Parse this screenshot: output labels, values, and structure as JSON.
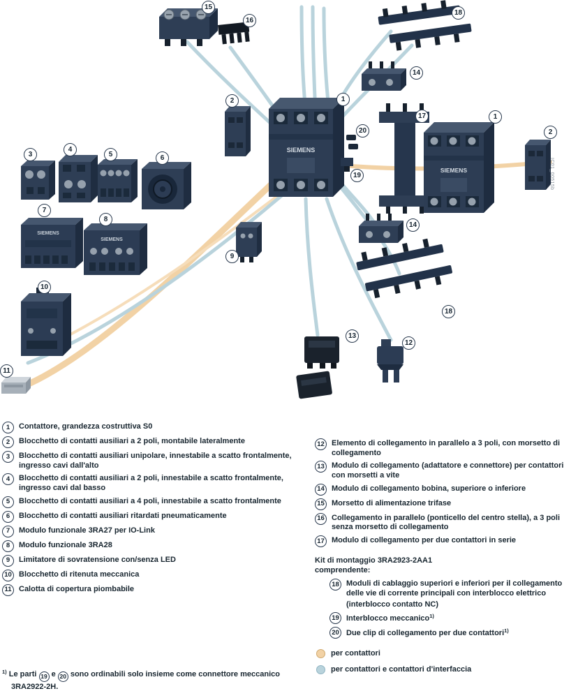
{
  "brand": "SIEMENS",
  "figure_id": "IC01_00515b",
  "colors": {
    "part_dark": "#2e3e55",
    "tan_line": "#f2d2a5",
    "blue_line": "#b9d3dc"
  },
  "nums": {
    "n1": "1",
    "n2": "2",
    "n3": "3",
    "n4": "4",
    "n5": "5",
    "n6": "6",
    "n7": "7",
    "n8": "8",
    "n9": "9",
    "n10": "10",
    "n11": "11",
    "n12": "12",
    "n13": "13",
    "n14": "14",
    "n15": "15",
    "n16": "16",
    "n17": "17",
    "n18": "18",
    "n19": "19",
    "n20": "20"
  },
  "legend_left": [
    {
      "n": "1",
      "text": "Contattore, grandezza costruttiva S0"
    },
    {
      "n": "2",
      "text": "Blocchetto di contatti ausiliari a 2 poli, montabile lateralmente"
    },
    {
      "n": "3",
      "text": "Blocchetto di contatti ausiliari unipolare, innestabile a scatto frontalmente, ingresso cavi dall'alto"
    },
    {
      "n": "4",
      "text": "Blocchetto di contatti ausiliari a 2 poli, innestabile a scatto frontalmente, ingresso cavi dal basso"
    },
    {
      "n": "5",
      "text": "Blocchetto di contatti ausiliari a 4 poli, innestabile a scatto frontalmente"
    },
    {
      "n": "6",
      "text": "Blocchetto di contatti ausiliari ritardati pneumaticamente"
    },
    {
      "n": "7",
      "text": "Modulo funzionale 3RA27 per IO-Link"
    },
    {
      "n": "8",
      "text": "Modulo funzionale 3RA28"
    },
    {
      "n": "9",
      "text": "Limitatore di sovratensione con/senza LED"
    },
    {
      "n": "10",
      "text": "Blocchetto di ritenuta meccanica"
    },
    {
      "n": "11",
      "text": "Calotta di copertura piombabile"
    }
  ],
  "legend_right": [
    {
      "n": "12",
      "text": "Elemento di collegamento in parallelo a 3 poli, con morsetto di collegamento"
    },
    {
      "n": "13",
      "text": "Modulo di collegamento (adattatore e connettore) per contattori con morsetti a vite"
    },
    {
      "n": "14",
      "text": "Modulo di collegamento bobina, superiore o inferiore"
    },
    {
      "n": "15",
      "text": "Morsetto di alimentazione trifase"
    },
    {
      "n": "16",
      "text": "Collegamento in parallelo (ponticello del centro stella), a 3 poli senza morsetto di collegamento"
    },
    {
      "n": "17",
      "text": "Modulo di collegamento per due contattori in serie"
    }
  ],
  "kit": {
    "title": "Kit di montaggio 3RA2923-2AA1",
    "subtitle": "comprendente:",
    "items": [
      {
        "n": "18",
        "text": "Moduli di cablaggio superiori e inferiori per il collegamento delle vie di corrente principali con interblocco elettrico (interblocco contatto NC)",
        "sup": ""
      },
      {
        "n": "19",
        "text": "Interblocco meccanico",
        "sup": "1)"
      },
      {
        "n": "20",
        "text": "Due clip di collegamento per due contattori",
        "sup": "1)"
      }
    ]
  },
  "color_key": [
    {
      "text": "per contattori"
    },
    {
      "text": "per contattori e contattori d'interfaccia"
    }
  ],
  "footnote": {
    "sup": "1)",
    "pre": "Le parti",
    "mid": "e",
    "post": "sono ordinabili solo insieme come connettore meccanico 3RA2922-2H."
  }
}
